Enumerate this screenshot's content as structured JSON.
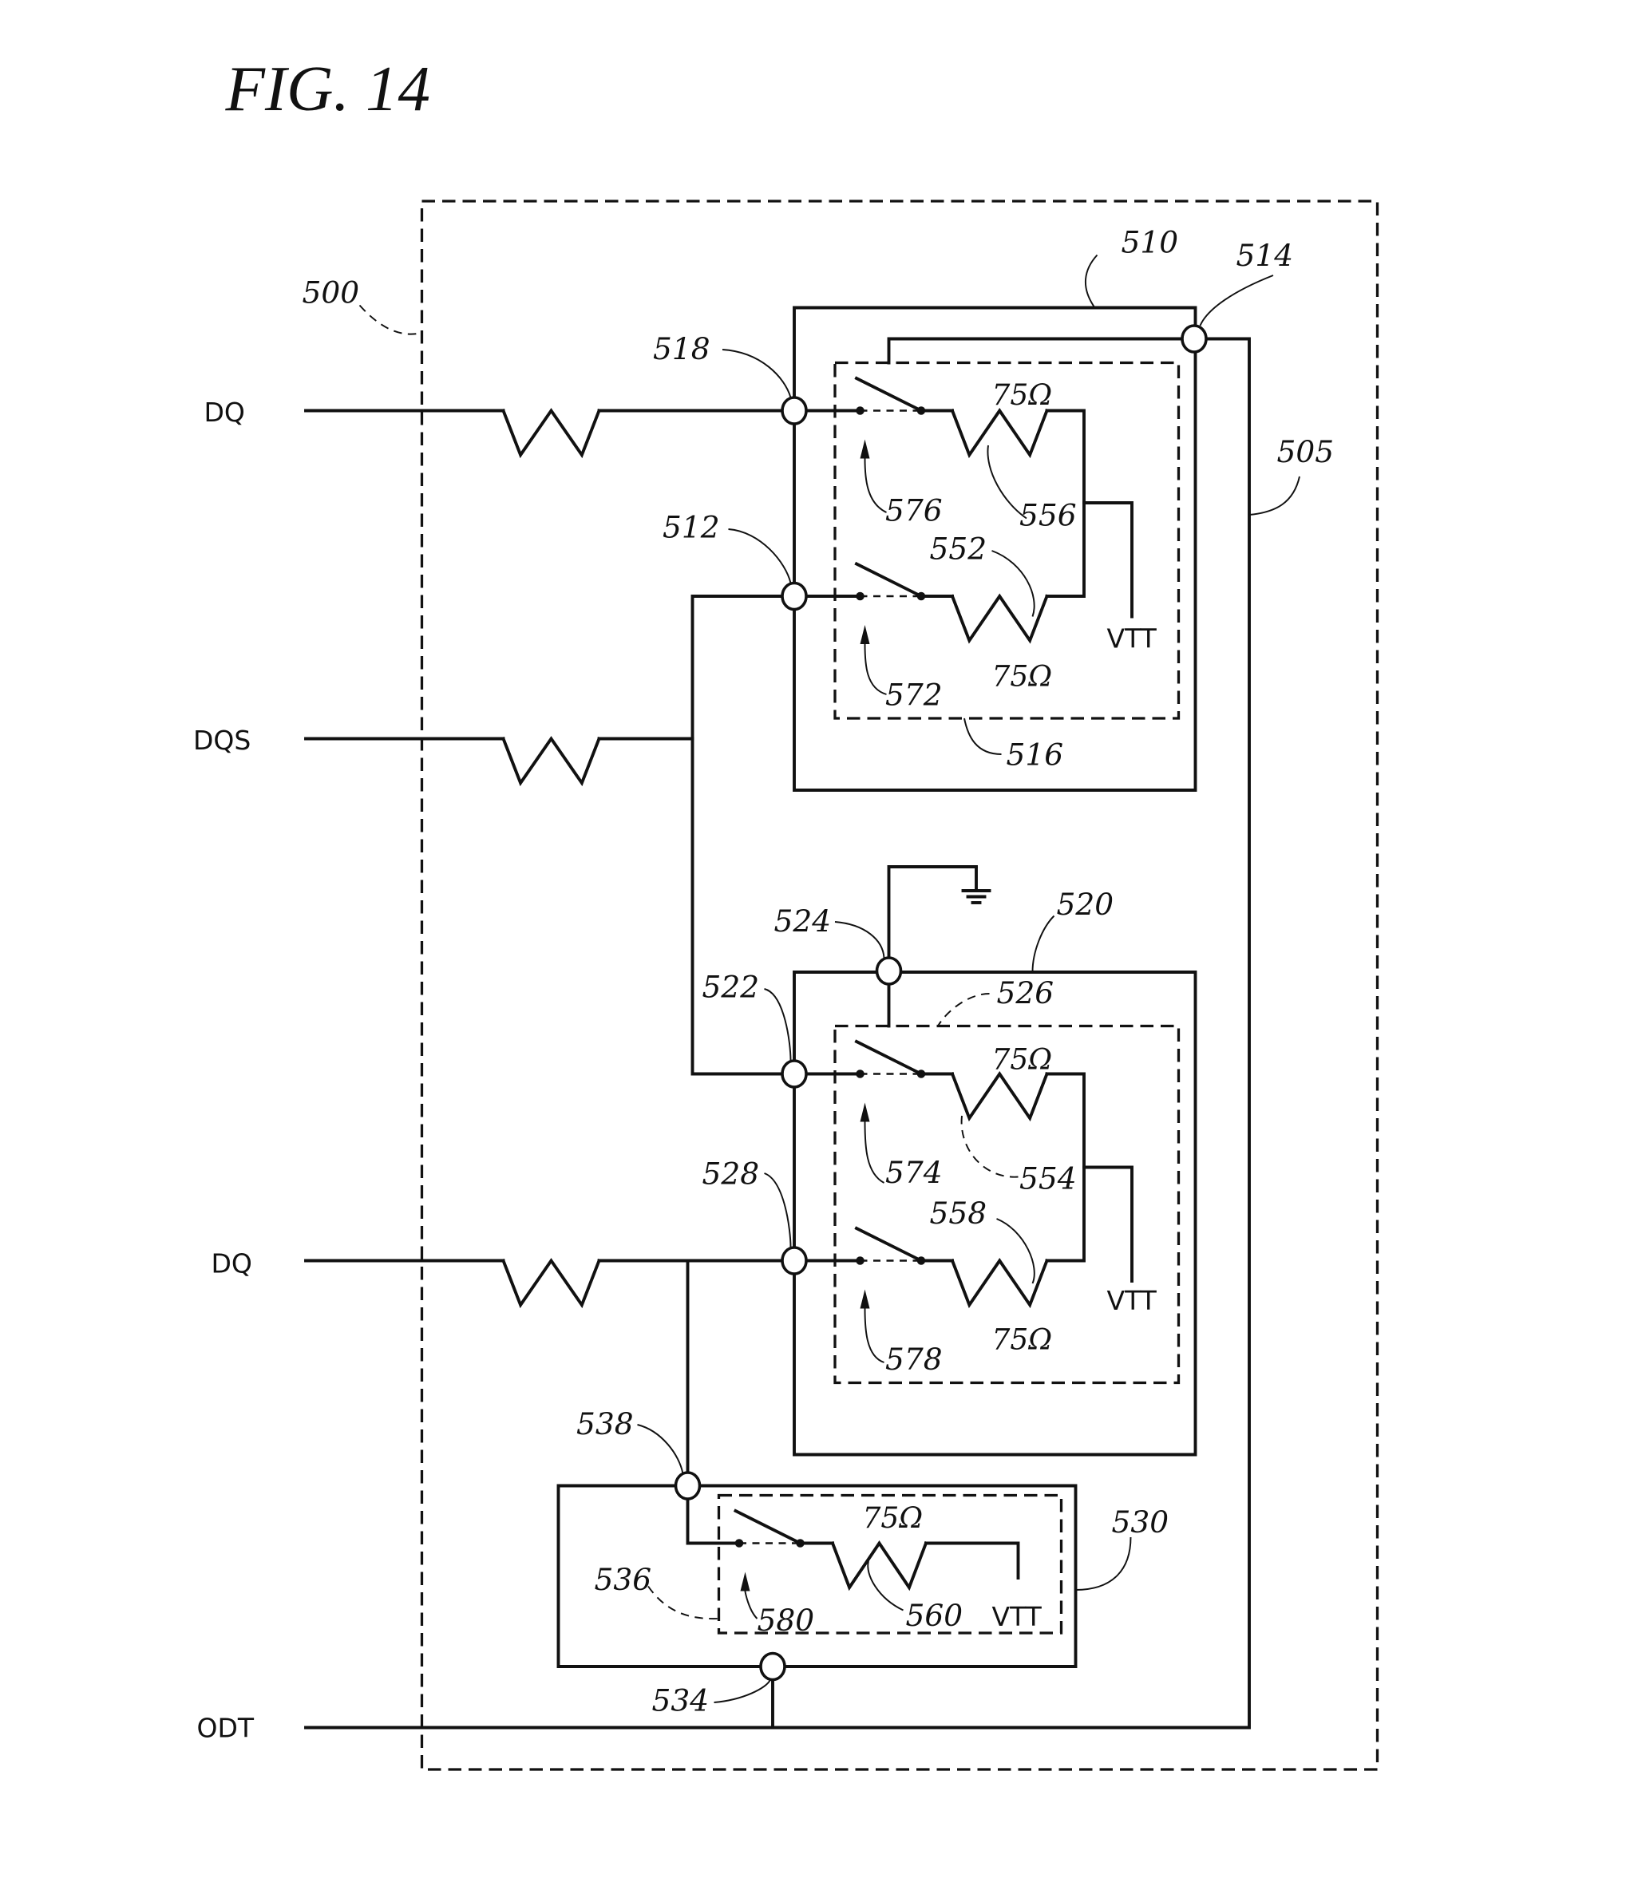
{
  "figure": {
    "title": "FIG. 14"
  },
  "signals": {
    "dq_top": "DQ",
    "dqs": "DQS",
    "dq_bottom": "DQ",
    "odt": "ODT"
  },
  "supply_labels": {
    "vtt_upper": "VTT",
    "vtt_middle": "VTT",
    "vtt_lower": "VTT"
  },
  "resistor_values": {
    "r556": "75Ω",
    "r552": "75Ω",
    "r554": "75Ω",
    "r558": "75Ω",
    "r560": "75Ω"
  },
  "reference_numerals": {
    "module": "500",
    "odt_bus": "505",
    "upper_device": "510",
    "upper_node_dqs": "512",
    "upper_node_odt": "514",
    "upper_termination_block": "516",
    "upper_node_dq": "518",
    "middle_device": "520",
    "middle_node_dqs": "522",
    "middle_node_odt": "524",
    "middle_termination_block": "526",
    "middle_node_dq": "528",
    "lower_device": "530",
    "lower_node_odt": "534",
    "lower_termination_block": "536",
    "lower_node_dq": "538",
    "resistor_552": "552",
    "resistor_554": "554",
    "resistor_556": "556",
    "resistor_558": "558",
    "resistor_560": "560",
    "switch_572": "572",
    "switch_574": "574",
    "switch_576": "576",
    "switch_578": "578",
    "switch_580": "580"
  }
}
